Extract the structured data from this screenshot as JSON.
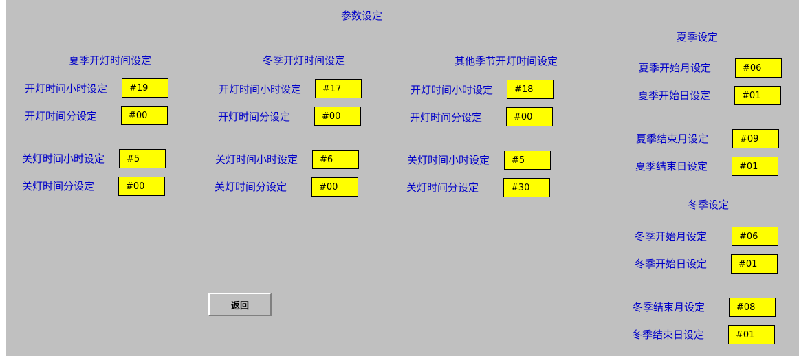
{
  "page": {
    "title": "参数设定"
  },
  "summer_lights": {
    "header": "夏季开灯时间设定",
    "on_hour_label": "开灯时间小时设定",
    "on_hour_value": "#19",
    "on_min_label": "开灯时间分设定",
    "on_min_value": "#00",
    "off_hour_label": "关灯时间小时设定",
    "off_hour_value": "#5",
    "off_min_label": "关灯时间分设定",
    "off_min_value": "#00"
  },
  "winter_lights": {
    "header": "冬季开灯时间设定",
    "on_hour_label": "开灯时间小时设定",
    "on_hour_value": "#17",
    "on_min_label": "开灯时间分设定",
    "on_min_value": "#00",
    "off_hour_label": "关灯时间小时设定",
    "off_hour_value": "#6",
    "off_min_label": "关灯时间分设定",
    "off_min_value": "#00"
  },
  "other_lights": {
    "header": "其他季节开灯时间设定",
    "on_hour_label": "开灯时间小时设定",
    "on_hour_value": "#18",
    "on_min_label": "开灯时间分设定",
    "on_min_value": "#00",
    "off_hour_label": "关灯时间小时设定",
    "off_hour_value": "#5",
    "off_min_label": "关灯时间分设定",
    "off_min_value": "#30"
  },
  "summer_season": {
    "header": "夏季设定",
    "start_month_label": "夏季开始月设定",
    "start_month_value": "#06",
    "start_day_label": "夏季开始日设定",
    "start_day_value": "#01",
    "end_month_label": "夏季结束月设定",
    "end_month_value": "#09",
    "end_day_label": "夏季结束日设定",
    "end_day_value": "#01"
  },
  "winter_season": {
    "header": "冬季设定",
    "start_month_label": "冬季开始月设定",
    "start_month_value": "#06",
    "start_day_label": "冬季开始日设定",
    "start_day_value": "#01",
    "end_month_label": "冬季结束月设定",
    "end_month_value": "#08",
    "end_day_label": "冬季结束日设定",
    "end_day_value": "#01"
  },
  "actions": {
    "back_label": "返回"
  },
  "colors": {
    "background": "#c0c0c0",
    "label_text": "#0000c8",
    "field_background": "#ffff00"
  }
}
